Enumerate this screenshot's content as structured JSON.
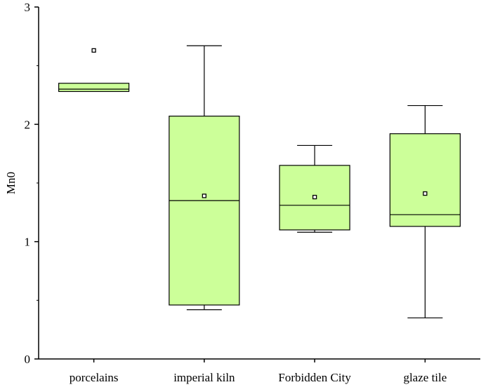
{
  "chart_data": {
    "type": "box",
    "ylabel": "Mn0",
    "ylim": [
      0,
      3
    ],
    "yticks": [
      0,
      1,
      2,
      3
    ],
    "grid": false,
    "box_color": "#ccff99",
    "stroke_color": "#000000",
    "categories": [
      "porcelains",
      "imperial kiln",
      "Forbidden City",
      "glaze tile"
    ],
    "boxes": [
      {
        "whisker_low": 2.28,
        "q1": 2.28,
        "median": 2.3,
        "q3": 2.35,
        "whisker_high": 2.35,
        "mean": 2.63
      },
      {
        "whisker_low": 0.42,
        "q1": 0.46,
        "median": 1.35,
        "q3": 2.07,
        "whisker_high": 2.67,
        "mean": 1.39
      },
      {
        "whisker_low": 1.08,
        "q1": 1.1,
        "median": 1.31,
        "q3": 1.65,
        "whisker_high": 1.82,
        "mean": 1.38
      },
      {
        "whisker_low": 0.35,
        "q1": 1.13,
        "median": 1.23,
        "q3": 1.92,
        "whisker_high": 2.16,
        "mean": 1.41
      }
    ]
  }
}
